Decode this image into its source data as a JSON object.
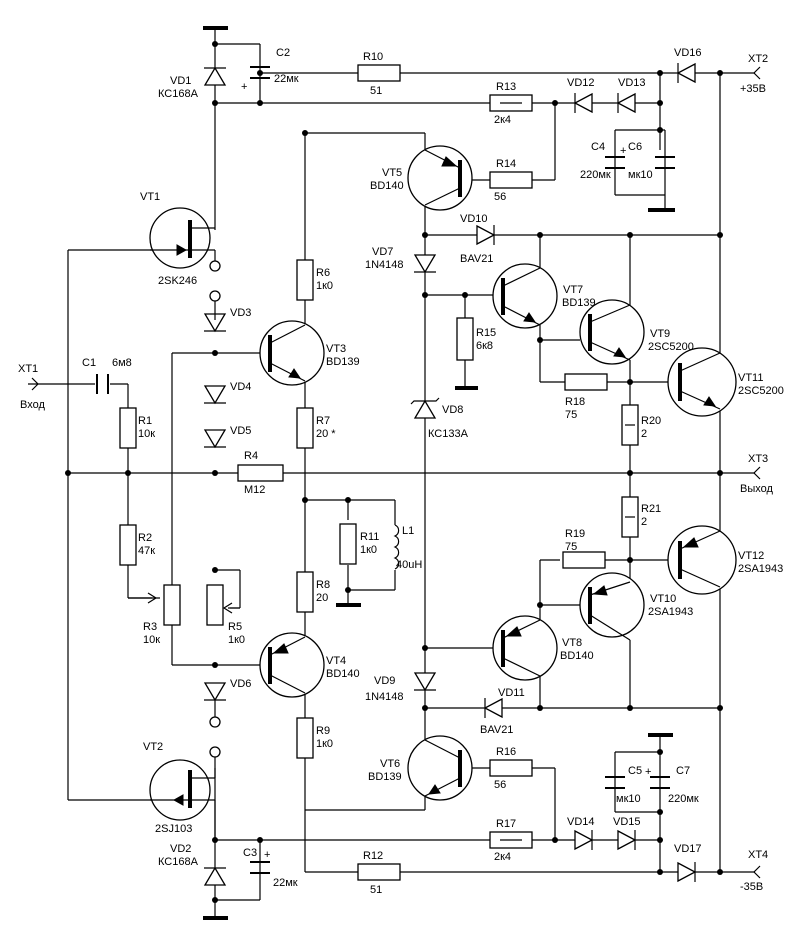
{
  "vt": {
    "vt1": {
      "ref": "VT1",
      "type": "2SK246"
    },
    "vt2": {
      "ref": "VT2",
      "type": "2SJ103"
    },
    "vt3": {
      "ref": "VT3",
      "type": "BD139"
    },
    "vt4": {
      "ref": "VT4",
      "type": "BD140"
    },
    "vt5": {
      "ref": "VT5",
      "type": "BD140"
    },
    "vt6": {
      "ref": "VT6",
      "type": "BD139"
    },
    "vt7": {
      "ref": "VT7",
      "type": "BD139"
    },
    "vt8": {
      "ref": "VT8",
      "type": "BD140"
    },
    "vt9": {
      "ref": "VT9",
      "type": "2SC5200"
    },
    "vt10": {
      "ref": "VT10",
      "type": "2SA1943"
    },
    "vt11": {
      "ref": "VT11",
      "type": "2SC5200"
    },
    "vt12": {
      "ref": "VT12",
      "type": "2SA1943"
    }
  },
  "r": {
    "r1": {
      "ref": "R1",
      "val": "10к"
    },
    "r2": {
      "ref": "R2",
      "val": "47к"
    },
    "r3": {
      "ref": "R3",
      "val": "10к"
    },
    "r4": {
      "ref": "R4",
      "val": "M12"
    },
    "r5": {
      "ref": "R5",
      "val": "1к0"
    },
    "r6": {
      "ref": "R6",
      "val": "1к0"
    },
    "r7": {
      "ref": "R7",
      "val": "20 *"
    },
    "r8": {
      "ref": "R8",
      "val": "20"
    },
    "r9": {
      "ref": "R9",
      "val": "1к0"
    },
    "r10": {
      "ref": "R10",
      "val": "51"
    },
    "r11": {
      "ref": "R11",
      "val": "1к0"
    },
    "r12": {
      "ref": "R12",
      "val": "51"
    },
    "r13": {
      "ref": "R13",
      "val": "2к4"
    },
    "r14": {
      "ref": "R14",
      "val": "56"
    },
    "r15": {
      "ref": "R15",
      "val": "6к8"
    },
    "r16": {
      "ref": "R16",
      "val": "56"
    },
    "r17": {
      "ref": "R17",
      "val": "2к4"
    },
    "r18": {
      "ref": "R18",
      "val": "75"
    },
    "r19": {
      "ref": "R19",
      "val": "75"
    },
    "r20": {
      "ref": "R20",
      "val": "2"
    },
    "r21": {
      "ref": "R21",
      "val": "2"
    }
  },
  "c": {
    "c1": {
      "ref": "C1",
      "val": "6м8"
    },
    "c2": {
      "ref": "C2",
      "val": "22мк"
    },
    "c3": {
      "ref": "C3",
      "val": "22мк"
    },
    "c4": {
      "ref": "C4",
      "val": "220мк"
    },
    "c5": {
      "ref": "C5",
      "val": "мк10"
    },
    "c6": {
      "ref": "C6",
      "val": "мк10"
    },
    "c7": {
      "ref": "C7",
      "val": "220мк"
    }
  },
  "vd": {
    "vd1": {
      "ref": "VD1",
      "type": "КС168А"
    },
    "vd2": {
      "ref": "VD2",
      "type": "КС168А"
    },
    "vd3": {
      "ref": "VD3"
    },
    "vd4": {
      "ref": "VD4"
    },
    "vd5": {
      "ref": "VD5"
    },
    "vd6": {
      "ref": "VD6"
    },
    "vd7": {
      "ref": "VD7",
      "type": "1N4148"
    },
    "vd8": {
      "ref": "VD8",
      "type": "КС133А"
    },
    "vd9": {
      "ref": "VD9",
      "type": "1N4148"
    },
    "vd10": {
      "ref": "VD10",
      "type": "BAV21"
    },
    "vd11": {
      "ref": "VD11",
      "type": "BAV21"
    },
    "vd12": {
      "ref": "VD12"
    },
    "vd13": {
      "ref": "VD13"
    },
    "vd14": {
      "ref": "VD14"
    },
    "vd15": {
      "ref": "VD15"
    },
    "vd16": {
      "ref": "VD16"
    },
    "vd17": {
      "ref": "VD17"
    }
  },
  "l1": {
    "ref": "L1",
    "val": "40uH"
  },
  "xt": {
    "xt1": {
      "ref": "XT1",
      "name": "Вход"
    },
    "xt2": {
      "ref": "XT2",
      "name": "+35В"
    },
    "xt3": {
      "ref": "XT3",
      "name": "Выход"
    },
    "xt4": {
      "ref": "XT4",
      "name": "-35В"
    }
  },
  "plus": "+"
}
